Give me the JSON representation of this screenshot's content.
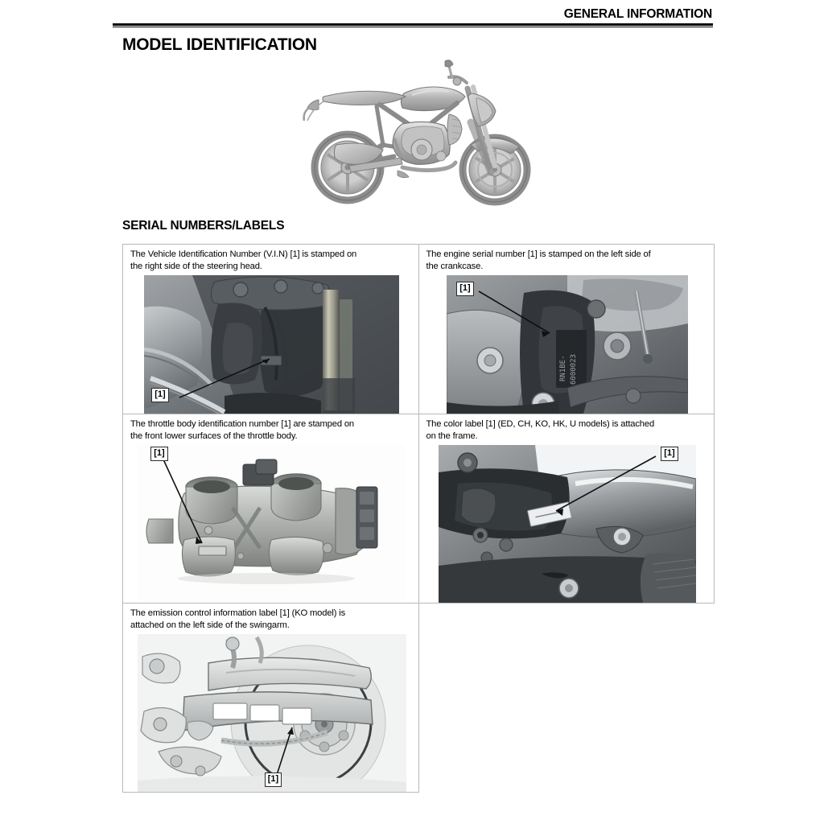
{
  "header": {
    "running_title": "GENERAL INFORMATION"
  },
  "chapter": {
    "title": "MODEL IDENTIFICATION"
  },
  "hero": {
    "figure_name": "motorcycle-left-side-view",
    "alt": "Naked sport motorcycle, left side view line illustration"
  },
  "section": {
    "title": "SERIAL NUMBERS/LABELS"
  },
  "callout_label": "[1]",
  "panels": [
    {
      "id": "vin",
      "caption": "The Vehicle Identification Number (V.I.N) [1] is stamped on\nthe right side of the steering head.",
      "figure_name": "vin-steering-head-photo",
      "callout": "[1]"
    },
    {
      "id": "engine-serial",
      "caption": "The engine serial number [1] is stamped on the left side of\nthe crankcase.",
      "figure_name": "engine-serial-crankcase-photo",
      "callout": "[1]"
    },
    {
      "id": "throttle-body",
      "caption": "The throttle body identification number [1] are stamped on\nthe front lower surfaces of the throttle body.",
      "figure_name": "throttle-body-photo",
      "callout": "[1]"
    },
    {
      "id": "color-label",
      "caption": "The color label [1] (ED, CH, KO, HK, U models) is attached\non the frame.",
      "figure_name": "color-label-frame-photo",
      "callout": "[1]"
    },
    {
      "id": "emission-label",
      "caption": "The emission control information label [1] (KO model) is\nattached on the left side of the swingarm.",
      "figure_name": "emission-label-swingarm-illustration",
      "callout": "[1]"
    }
  ],
  "colors": {
    "rule": "#000000",
    "table_border": "#b9b9b9",
    "text": "#000000",
    "photo_gray": "#8a8d90"
  }
}
